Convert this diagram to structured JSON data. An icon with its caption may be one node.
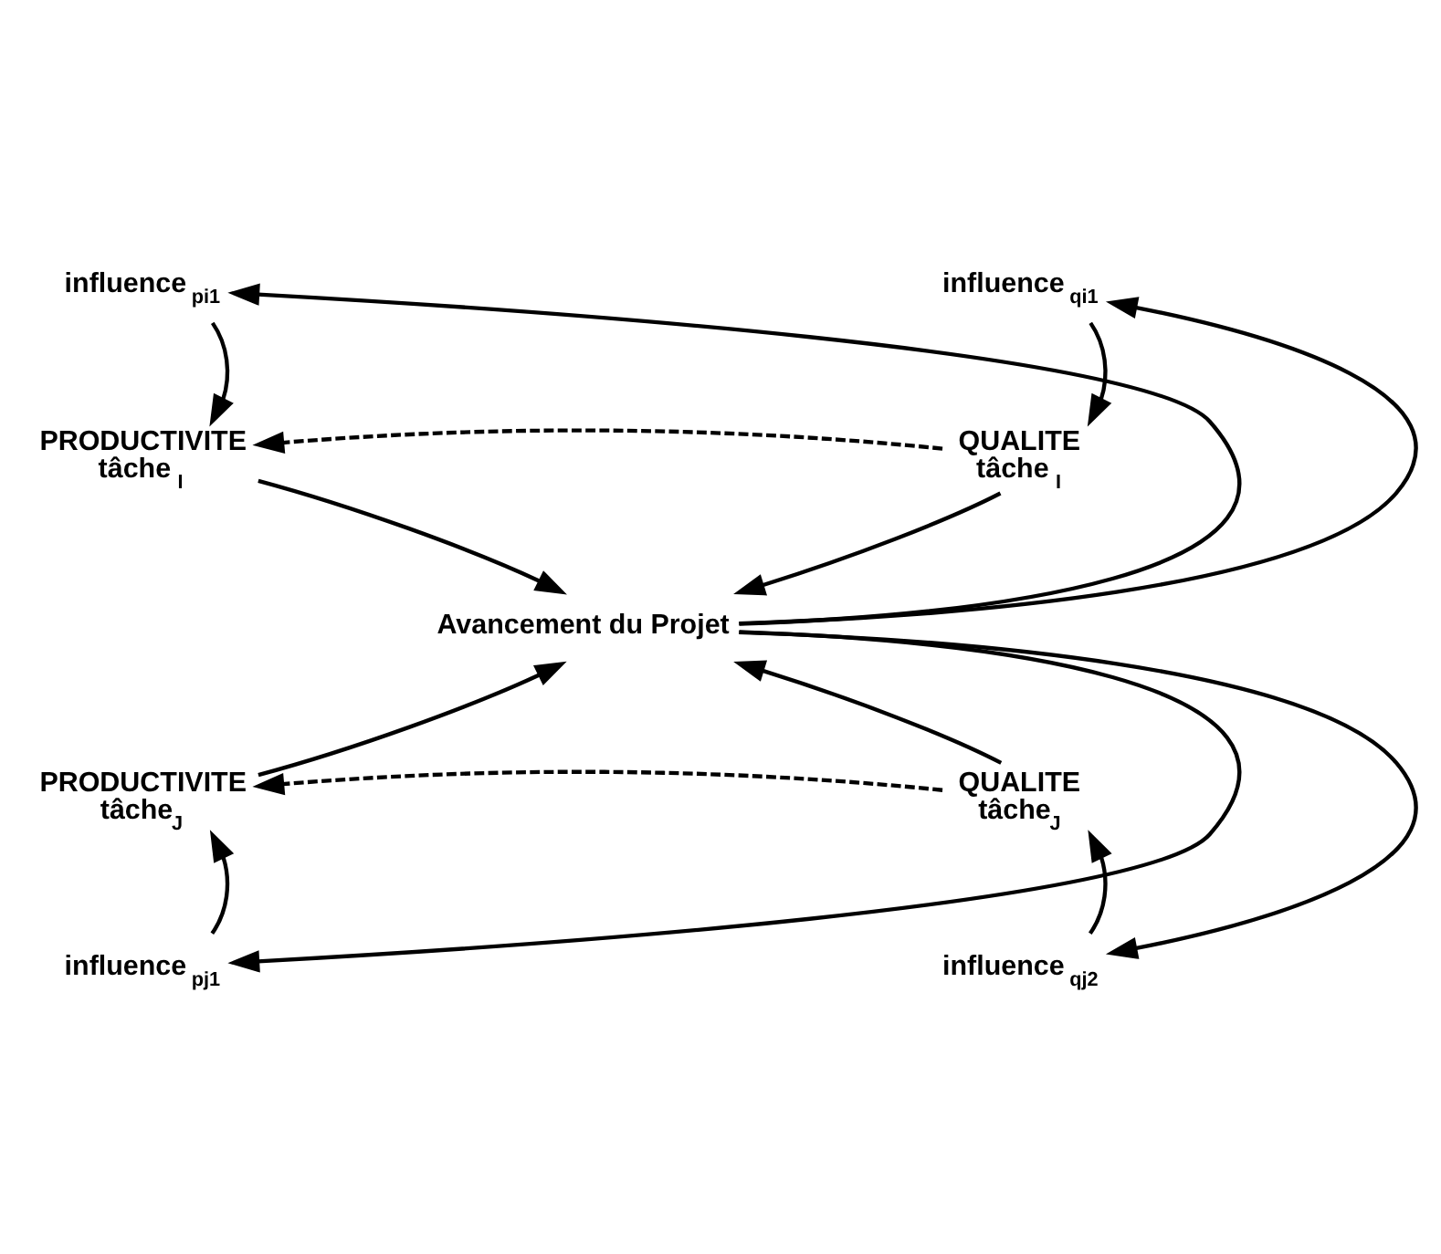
{
  "diagram": {
    "nodes": [
      {
        "text": [
          "influence $_{pi1}$"
        ]
      },
      {
        "text": [
          "influence $_{qi1}$"
        ]
      },
      {
        "text": [
          "PRODUCTIVITE tâche $_{I}$"
        ]
      },
      {
        "text": [
          "QUALITE tâche $_{I}$"
        ]
      },
      {
        "text": [
          "Avancement du Projet"
        ]
      },
      {
        "text": [
          "PRODUCTIVITE tâche$_{J}$"
        ]
      },
      {
        "text": [
          "QUALITE tâche$_{J}$"
        ]
      },
      {
        "text": [
          "influence $_{pj1}$"
        ]
      },
      {
        "text": [
          "influence $_{qj2}$"
        ]
      }
    ],
    "edges": [
      {
        "from": 0,
        "to": 2,
        "arrow": "to"
      },
      {
        "from": 1,
        "to": 3,
        "arrow": "to"
      },
      {
        "from": 3,
        "to": 2,
        "arrow": "to",
        "style": "dashed"
      },
      {
        "from": 2,
        "to": 4,
        "arrow": "to"
      },
      {
        "from": 3,
        "to": 4,
        "arrow": "to"
      },
      {
        "from": 4,
        "to": 0,
        "arrow": "to"
      },
      {
        "from": 4,
        "to": 1,
        "arrow": "to"
      },
      {
        "from": 5,
        "to": 4,
        "arrow": "to"
      },
      {
        "from": 6,
        "to": 4,
        "arrow": "to"
      },
      {
        "from": 6,
        "to": 5,
        "arrow": "to",
        "style": "dashed"
      },
      {
        "from": 4,
        "to": 7,
        "arrow": "to"
      },
      {
        "from": 4,
        "to": 8,
        "arrow": "to"
      },
      {
        "from": 7,
        "to": 5,
        "arrow": "to"
      },
      {
        "from": 8,
        "to": 6,
        "arrow": "to"
      }
    ]
  }
}
